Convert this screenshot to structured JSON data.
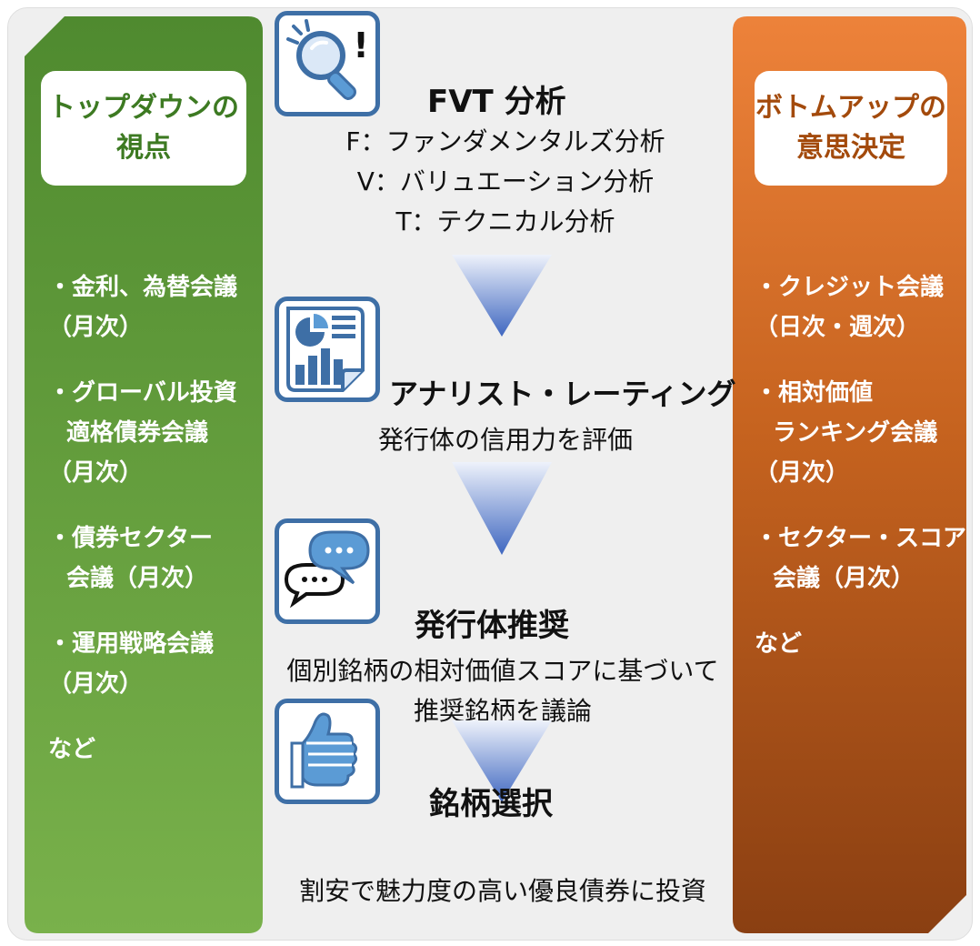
{
  "colors": {
    "left_panel_top": "#4f8a2f",
    "left_panel_bottom": "#79b14b",
    "right_panel_top": "#ed823a",
    "right_panel_bottom": "#8a3f12",
    "icon_border": "#3e6fa6",
    "arrow_top": "#eef2fb",
    "arrow_bottom": "#3f67c0"
  },
  "left": {
    "header": [
      "トップダウンの",
      "視点"
    ],
    "items": [
      [
        "・金利、為替会議",
        "（月次）"
      ],
      [
        "・グローバル投資",
        "適格債券会議",
        "（月次）"
      ],
      [
        "・債券セクター",
        "会議（月次）"
      ],
      [
        "・運用戦略会議",
        "（月次）"
      ]
    ],
    "etc": "など"
  },
  "right": {
    "header": [
      "ボトムアップの",
      "意思決定"
    ],
    "items": [
      [
        "・クレジット会議",
        "（日次・週次）"
      ],
      [
        "・相対価値",
        "ランキング会議",
        "（月次）"
      ],
      [
        "・セクター・スコア",
        "会議（月次）"
      ]
    ],
    "etc": "など"
  },
  "steps": {
    "fvt": {
      "icon": "magnifier-exclamation-icon",
      "title": "FVT 分析",
      "lines": [
        "F：ファンダメンタルズ分析",
        "V：バリュエーション分析",
        "T：テクニカル分析"
      ]
    },
    "analyst": {
      "icon": "report-chart-icon",
      "title": "アナリスト・レーティング",
      "desc": "発行体の信用力を評価"
    },
    "issuer": {
      "icon": "speech-bubbles-icon",
      "title": "発行体推奨",
      "desc": [
        "個別銘柄の相対価値スコアに基づいて",
        "推奨銘柄を議論"
      ]
    },
    "selection": {
      "icon": "thumbs-up-icon",
      "title": "銘柄選択",
      "desc": "割安で魅力度の高い優良債券に投資"
    }
  }
}
